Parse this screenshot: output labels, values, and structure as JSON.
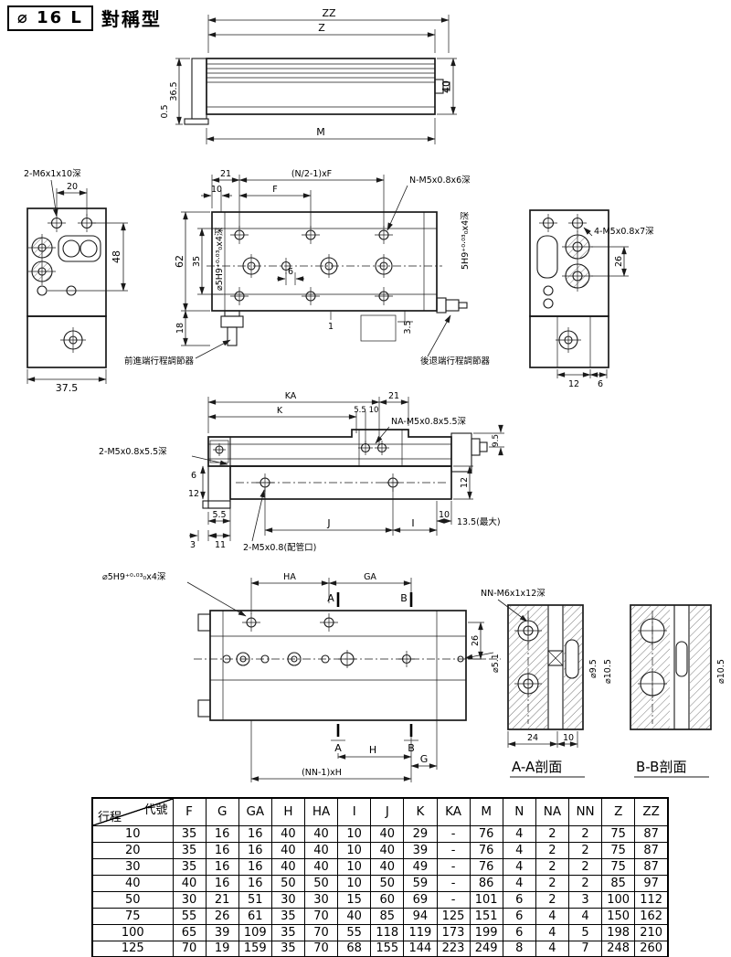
{
  "title": {
    "size": "⌀ 16 L",
    "type": "對稱型"
  },
  "side_view": {
    "zz": "ZZ",
    "z": "Z",
    "d40": "40",
    "m": "M",
    "d36_5": "36.5",
    "d0_5": "0.5"
  },
  "left_end_view": {
    "thread": "2-M6x1x10深",
    "d20": "20",
    "d48": "48",
    "d37_5": "37.5"
  },
  "plan_view": {
    "d21": "21",
    "d10": "10",
    "f": "F",
    "nxf": "(N/2-1)xF",
    "thread_n": "N-M5x0.8x6深",
    "d62": "62",
    "d35": "35",
    "hole_left": "⌀5H9⁺⁰·⁰³₀x4深",
    "hole_right": "5H9⁺⁰·⁰³₀x4深",
    "d6": "6",
    "d1": "1",
    "d3_5": "3.5",
    "d18": "18",
    "adj_front": "前進端行程調節器",
    "adj_rear": "後退端行程調節器"
  },
  "right_end_view": {
    "thread": "4-M5x0.8x7深",
    "d26": "26",
    "d12": "12",
    "d6": "6"
  },
  "front_view": {
    "ka": "KA",
    "d21": "21",
    "k": "K",
    "d5_5_top": "5.5",
    "d10_top": "10",
    "thread_na": "NA-M5x0.8x5.5深",
    "d9_5": "9.5",
    "thread_2m5": "2-M5x0.8x5.5深",
    "d6": "6",
    "d12_left": "12",
    "d12_right": "12",
    "d5_5": "5.5",
    "j": "J",
    "i": "I",
    "d10": "10",
    "d13_5": "13.5(最大)",
    "d3": "3",
    "d11": "11",
    "pipe_port": "2-M5x0.8(配管口)"
  },
  "bottom_view": {
    "hole": "⌀5H9⁺⁰·⁰³₀x4深",
    "ha": "HA",
    "ga": "GA",
    "a_top": "A",
    "b_top": "B",
    "d26": "26",
    "d5_1": "⌀5.1",
    "a_bottom": "A",
    "b_bottom": "B",
    "h": "H",
    "g": "G",
    "nn1xh": "(NN-1)xH",
    "thread_nn": "NN-M6x1x12深"
  },
  "section_aa": {
    "d24": "24",
    "d10": "10",
    "d9_5": "⌀9.5",
    "d10_5": "⌀10.5",
    "caption": "A-A剖面"
  },
  "section_bb": {
    "d10_5": "⌀10.5",
    "caption": "B-B剖面"
  },
  "table": {
    "corner_top": "代號",
    "corner_bottom": "行程",
    "columns": [
      "F",
      "G",
      "GA",
      "H",
      "HA",
      "I",
      "J",
      "K",
      "KA",
      "M",
      "N",
      "NA",
      "NN",
      "Z",
      "ZZ"
    ],
    "rows": [
      [
        "10",
        "35",
        "16",
        "16",
        "40",
        "40",
        "10",
        "40",
        "29",
        "-",
        "76",
        "4",
        "2",
        "2",
        "75",
        "87"
      ],
      [
        "20",
        "35",
        "16",
        "16",
        "40",
        "40",
        "10",
        "40",
        "39",
        "-",
        "76",
        "4",
        "2",
        "2",
        "75",
        "87"
      ],
      [
        "30",
        "35",
        "16",
        "16",
        "40",
        "40",
        "10",
        "40",
        "49",
        "-",
        "76",
        "4",
        "2",
        "2",
        "75",
        "87"
      ],
      [
        "40",
        "40",
        "16",
        "16",
        "50",
        "50",
        "10",
        "50",
        "59",
        "-",
        "86",
        "4",
        "2",
        "2",
        "85",
        "97"
      ],
      [
        "50",
        "30",
        "21",
        "51",
        "30",
        "30",
        "15",
        "60",
        "69",
        "-",
        "101",
        "6",
        "2",
        "3",
        "100",
        "112"
      ],
      [
        "75",
        "55",
        "26",
        "61",
        "35",
        "70",
        "40",
        "85",
        "94",
        "125",
        "151",
        "6",
        "4",
        "4",
        "150",
        "162"
      ],
      [
        "100",
        "65",
        "39",
        "109",
        "35",
        "70",
        "55",
        "118",
        "119",
        "173",
        "199",
        "6",
        "4",
        "5",
        "198",
        "210"
      ],
      [
        "125",
        "70",
        "19",
        "159",
        "35",
        "70",
        "68",
        "155",
        "144",
        "223",
        "249",
        "8",
        "4",
        "7",
        "248",
        "260"
      ]
    ]
  }
}
